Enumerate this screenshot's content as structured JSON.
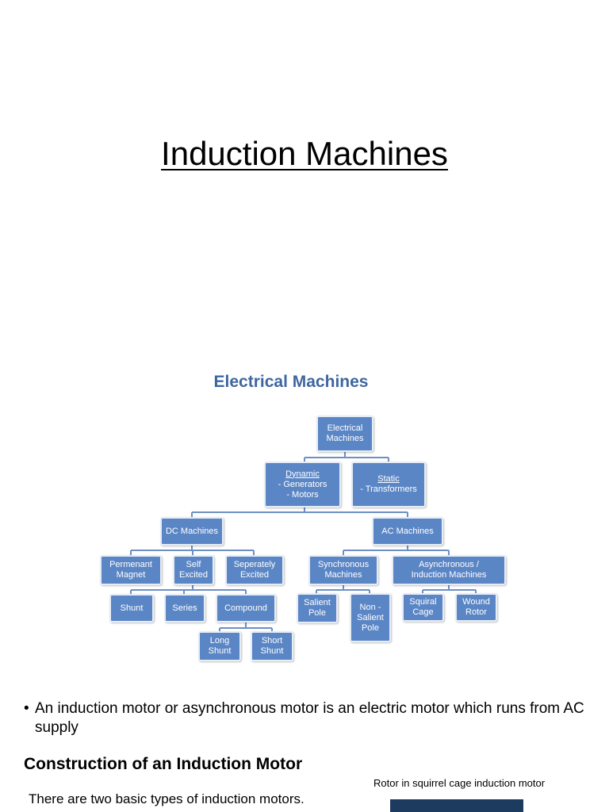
{
  "page": {
    "title": "Induction Machines",
    "diagram_title": "Electrical Machines",
    "bullet": "An induction motor or asynchronous motor is an electric motor which runs from AC supply",
    "construction_heading": "Construction of an Induction Motor",
    "body": "There are two basic types of induction motors.",
    "image_caption": "Rotor in squirrel cage induction motor"
  },
  "diagram": {
    "root": "Electrical\nMachines",
    "dynamic_label": "Dynamic",
    "dynamic_items": "- Generators\n- Motors",
    "static_label": "Static",
    "static_items": "- Transformers",
    "dc": "DC Machines",
    "ac": "AC Machines",
    "permanent_magnet": "Permenant\nMagnet",
    "self_excited": "Self\nExcited",
    "separately_excited": "Seperately\nExcited",
    "synchronous": "Synchronous\nMachines",
    "asynchronous": "Asynchronous /\nInduction Machines",
    "shunt": "Shunt",
    "series": "Series",
    "compound": "Compound",
    "long_shunt": "Long\nShunt",
    "short_shunt": "Short\nShunt",
    "salient_pole": "Salient\nPole",
    "non_salient_pole": "Non -\nSalient\nPole",
    "squirrel_cage": "Squiral\nCage",
    "wound_rotor": "Wound\nRotor"
  },
  "colors": {
    "node_fill": "#5b86c5",
    "title_blue": "#3f66a0",
    "connector": "#6d8fc4"
  }
}
